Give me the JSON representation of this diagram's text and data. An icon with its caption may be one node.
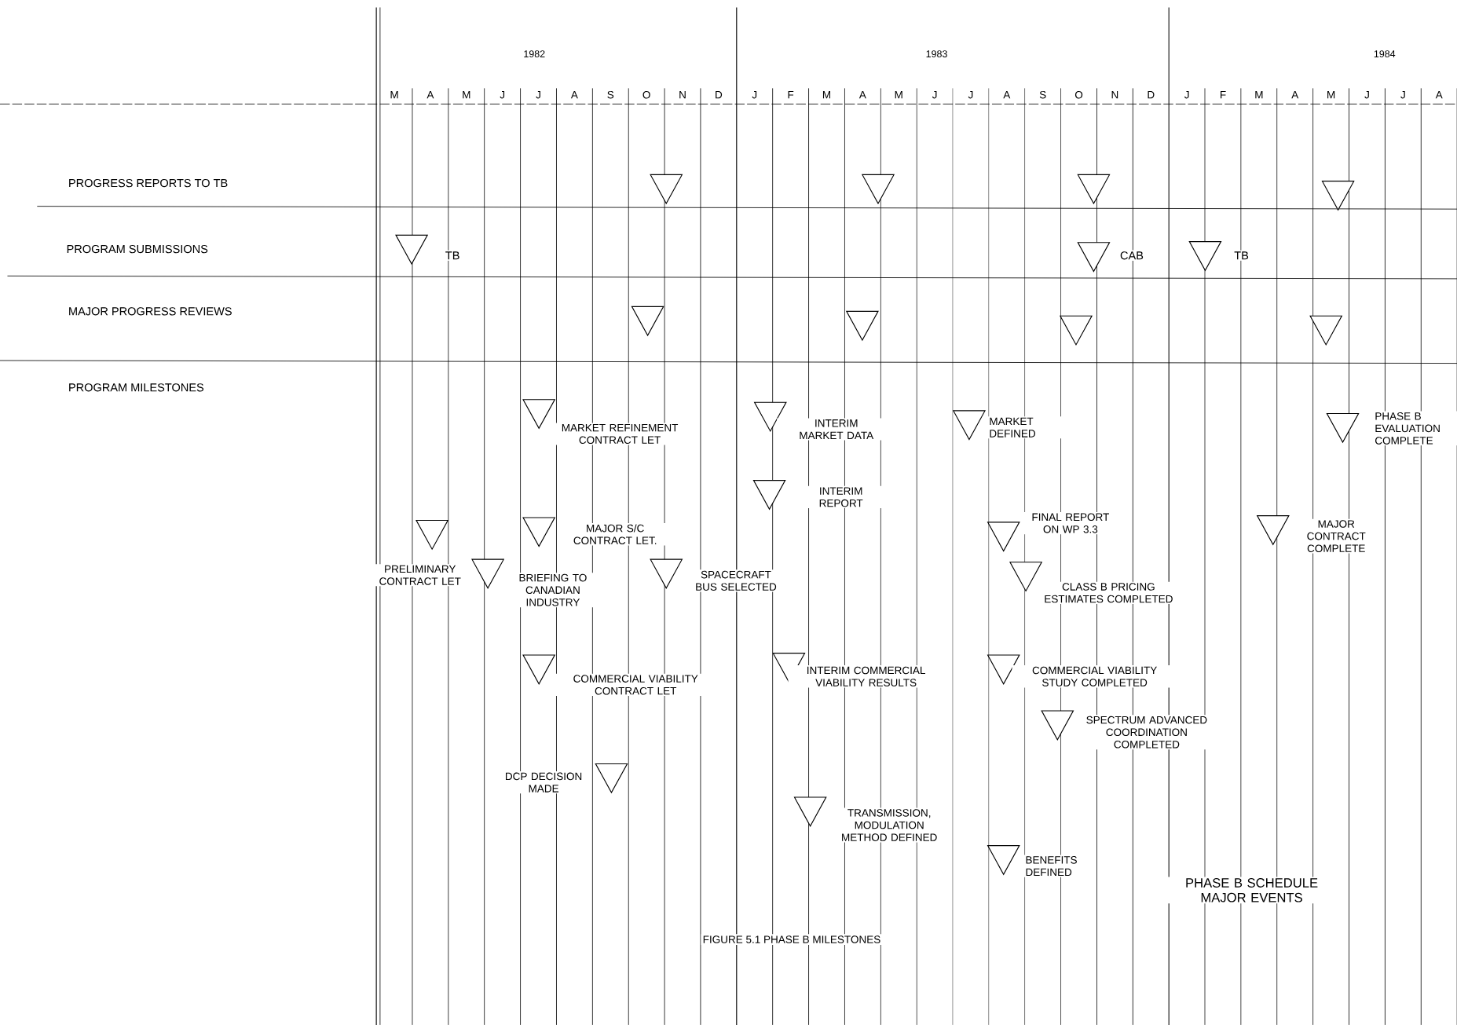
{
  "diagram": {
    "caption": "FIGURE 5.1 PHASE B MILESTONES",
    "labels": [
      "1982",
      "1983",
      "1984",
      "M",
      "A",
      "M",
      "J",
      "J",
      "A",
      "S",
      "O",
      "N",
      "D",
      "J",
      "F",
      "M",
      "A",
      "M",
      "J",
      "J",
      "A",
      "S",
      "O",
      "N",
      "D",
      "J",
      "F",
      "M",
      "A",
      "M",
      "J",
      "J",
      "A",
      "PROGRESS REPORTS TO TB",
      "PROGRAM SUBMISSIONS",
      "MAJOR PROGRESS REVIEWS",
      "PROGRAM MILESTONES",
      "TB",
      "CAB",
      "TB",
      "MARKET REFINEMENT CONTRACT LET",
      "INTERIM MARKET DATA",
      "MARKET DEFINED",
      "PHASE B EVALUATION COMPLETE",
      "INTERIM REPORT",
      "PRELIMINARY CONTRACT LET",
      "MAJOR S/C CONTRACT LET.",
      "FINAL REPORT ON WP 3.3",
      "MAJOR CONTRACT COMPLETE",
      "BRIEFING TO CANADIAN INDUSTRY",
      "SPACECRAFT BUS SELECTED",
      "CLASS B PRICING ESTIMATES COMPLETED",
      "COMMERCIAL VIABILITY CONTRACT LET",
      "INTERIM COMMERCIAL VIABILITY RESULTS",
      "COMMERCIAL VIABILITY STUDY COMPLETED",
      "SPECTRUM ADVANCED COORDINATION COMPLETED",
      "DCP DECISION MADE",
      "TRANSMISSION, MODULATION METHOD DEFINED",
      "BENEFITS DEFINED",
      "PHASE B SCHEDULE MAJOR EVENTS"
    ]
  }
}
